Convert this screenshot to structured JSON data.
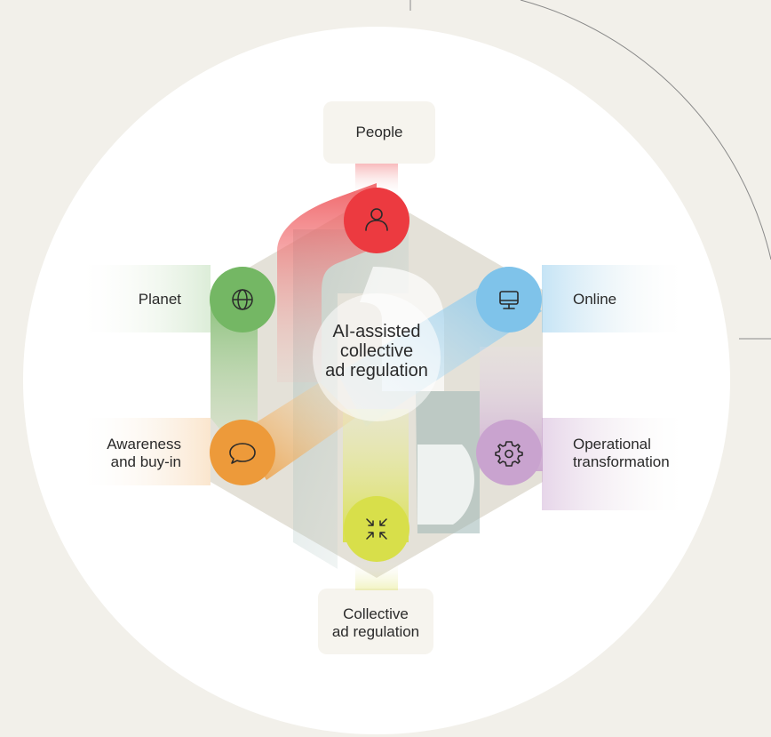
{
  "center_label": "AI-assisted\ncollective\nad regulation",
  "nodes": [
    {
      "id": "people",
      "label": "People",
      "icon": "person-icon",
      "color": "#ec3a40"
    },
    {
      "id": "online",
      "label": "Online",
      "icon": "monitor-icon",
      "color": "#7fc3ea"
    },
    {
      "id": "operational",
      "label": "Operational\ntransformation",
      "icon": "gear-icon",
      "color": "#c9a3cf"
    },
    {
      "id": "collective",
      "label": "Collective\nad regulation",
      "icon": "collapse-arrows-icon",
      "color": "#d8df4a"
    },
    {
      "id": "awareness",
      "label": "Awareness\nand buy-in",
      "icon": "chat-bubble-icon",
      "color": "#ed9a3a"
    },
    {
      "id": "planet",
      "label": "Planet",
      "icon": "globe-icon",
      "color": "#74b764"
    }
  ]
}
